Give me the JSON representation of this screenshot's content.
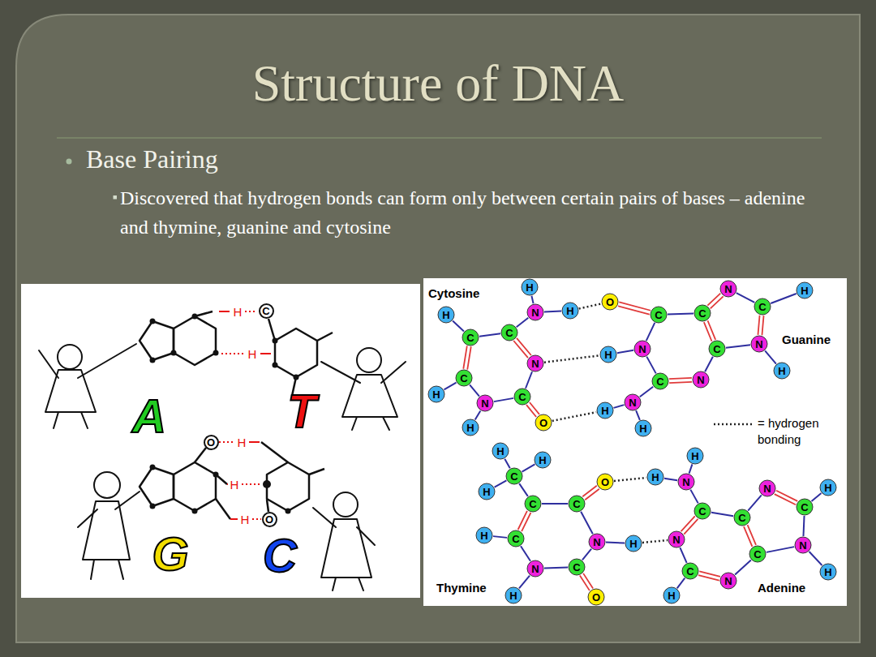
{
  "diagram": {
    "title": "Structure of DNA",
    "nodes": [
      {
        "text": [
          "H"
        ]
      },
      {
        "text": [
          "N"
        ]
      },
      {
        "text": [
          "H"
        ]
      },
      {
        "text": [
          "H"
        ]
      },
      {
        "text": [
          "C"
        ]
      },
      {
        "text": [
          "C"
        ]
      },
      {
        "text": [
          "N"
        ]
      },
      {
        "text": [
          "C"
        ]
      },
      {
        "text": [
          "H"
        ]
      },
      {
        "text": [
          "N"
        ]
      },
      {
        "text": [
          "C"
        ]
      },
      {
        "text": [
          "H"
        ]
      },
      {
        "text": [
          "O"
        ]
      },
      {
        "text": [
          "O"
        ]
      },
      {
        "text": [
          "C"
        ]
      },
      {
        "text": [
          "C"
        ]
      },
      {
        "text": [
          "N"
        ]
      },
      {
        "text": [
          "H"
        ]
      },
      {
        "text": [
          "C"
        ]
      },
      {
        "text": [
          "N"
        ]
      },
      {
        "text": [
          "H"
        ]
      },
      {
        "text": [
          "C"
        ]
      },
      {
        "text": [
          "N"
        ]
      },
      {
        "text": [
          "H"
        ]
      },
      {
        "text": [
          "C"
        ]
      },
      {
        "text": [
          "N"
        ]
      },
      {
        "text": [
          "N"
        ]
      },
      {
        "text": [
          "H"
        ]
      },
      {
        "text": [
          "H"
        ]
      },
      {
        "text": [
          "H"
        ]
      },
      {
        "text": [
          "C"
        ]
      },
      {
        "text": [
          "H"
        ]
      },
      {
        "text": [
          "H"
        ]
      },
      {
        "text": [
          "C"
        ]
      },
      {
        "text": [
          "C"
        ]
      },
      {
        "text": [
          "O"
        ]
      },
      {
        "text": [
          "H"
        ]
      },
      {
        "text": [
          "C"
        ]
      },
      {
        "text": [
          "N"
        ]
      },
      {
        "text": [
          "H"
        ]
      },
      {
        "text": [
          "N"
        ]
      },
      {
        "text": [
          "C"
        ]
      },
      {
        "text": [
          "H"
        ]
      },
      {
        "text": [
          "O"
        ]
      },
      {
        "text": [
          "H"
        ]
      },
      {
        "text": [
          "N"
        ]
      },
      {
        "text": [
          "H"
        ]
      },
      {
        "text": [
          "N"
        ]
      },
      {
        "text": [
          "H"
        ]
      },
      {
        "text": [
          "C"
        ]
      },
      {
        "text": [
          "C"
        ]
      },
      {
        "text": [
          "C"
        ]
      },
      {
        "text": [
          "N"
        ]
      },
      {
        "text": [
          "C"
        ]
      },
      {
        "text": [
          "N"
        ]
      },
      {
        "text": [
          "H"
        ]
      },
      {
        "text": [
          "C"
        ]
      },
      {
        "text": [
          "N"
        ]
      },
      {
        "text": [
          "H"
        ]
      },
      {
        "text": [
          "C"
        ]
      },
      {
        "text": [
          "O"
        ]
      },
      {
        "text": [
          "O"
        ]
      }
    ],
    "edges": [
      {
        "from": 1,
        "to": 0,
        "arrow": "none"
      },
      {
        "from": 1,
        "to": 2,
        "arrow": "none"
      },
      {
        "from": 1,
        "to": 5,
        "arrow": "none"
      },
      {
        "from": 5,
        "to": 4,
        "arrow": "none"
      },
      {
        "from": 4,
        "to": 7,
        "arrow": "none"
      },
      {
        "from": 5,
        "to": 6,
        "arrow": "none"
      },
      {
        "from": 10,
        "to": 12,
        "arrow": "none"
      },
      {
        "from": 4,
        "to": 3,
        "arrow": "none"
      },
      {
        "from": 7,
        "to": 8,
        "arrow": "none"
      },
      {
        "from": 7,
        "to": 9,
        "arrow": "none"
      },
      {
        "from": 9,
        "to": 11,
        "arrow": "none"
      },
      {
        "from": 9,
        "to": 10,
        "arrow": "none"
      },
      {
        "from": 10,
        "to": 6,
        "arrow": "none"
      },
      {
        "from": 13,
        "to": 14,
        "arrow": "none"
      },
      {
        "from": 14,
        "to": 15,
        "arrow": "none"
      },
      {
        "from": 15,
        "to": 21,
        "arrow": "none"
      },
      {
        "from": 21,
        "to": 25,
        "arrow": "none"
      },
      {
        "from": 25,
        "to": 24,
        "arrow": "none"
      },
      {
        "from": 24,
        "to": 22,
        "arrow": "none"
      },
      {
        "from": 22,
        "to": 14,
        "arrow": "none"
      },
      {
        "from": 22,
        "to": 23,
        "arrow": "none"
      },
      {
        "from": 24,
        "to": 26,
        "arrow": "none"
      },
      {
        "from": 26,
        "to": 27,
        "arrow": "none"
      },
      {
        "from": 26,
        "to": 28,
        "arrow": "none"
      },
      {
        "from": 15,
        "to": 16,
        "arrow": "none"
      },
      {
        "from": 16,
        "to": 18,
        "arrow": "none"
      },
      {
        "from": 18,
        "to": 19,
        "arrow": "none"
      },
      {
        "from": 19,
        "to": 21,
        "arrow": "none"
      },
      {
        "from": 18,
        "to": 17,
        "arrow": "none"
      },
      {
        "from": 19,
        "to": 20,
        "arrow": "none"
      },
      {
        "from": 2,
        "to": 13,
        "arrow": "none"
      },
      {
        "from": 6,
        "to": 23,
        "arrow": "none"
      },
      {
        "from": 12,
        "to": 27,
        "arrow": "none"
      },
      {
        "from": 30,
        "to": 29,
        "arrow": "none"
      },
      {
        "from": 30,
        "to": 31,
        "arrow": "none"
      },
      {
        "from": 30,
        "to": 32,
        "arrow": "none"
      },
      {
        "from": 30,
        "to": 33,
        "arrow": "none"
      },
      {
        "from": 33,
        "to": 34,
        "arrow": "none"
      },
      {
        "from": 34,
        "to": 35,
        "arrow": "none"
      },
      {
        "from": 34,
        "to": 38,
        "arrow": "none"
      },
      {
        "from": 33,
        "to": 37,
        "arrow": "none"
      },
      {
        "from": 37,
        "to": 36,
        "arrow": "none"
      },
      {
        "from": 37,
        "to": 40,
        "arrow": "none"
      },
      {
        "from": 40,
        "to": 42,
        "arrow": "none"
      },
      {
        "from": 40,
        "to": 41,
        "arrow": "none"
      },
      {
        "from": 41,
        "to": 43,
        "arrow": "none"
      },
      {
        "from": 41,
        "to": 38,
        "arrow": "none"
      },
      {
        "from": 38,
        "to": 39,
        "arrow": "none"
      },
      {
        "from": 45,
        "to": 44,
        "arrow": "none"
      },
      {
        "from": 45,
        "to": 46,
        "arrow": "none"
      },
      {
        "from": 45,
        "to": 50,
        "arrow": "none"
      },
      {
        "from": 50,
        "to": 51,
        "arrow": "none"
      },
      {
        "from": 50,
        "to": 52,
        "arrow": "none"
      },
      {
        "from": 52,
        "to": 56,
        "arrow": "none"
      },
      {
        "from": 56,
        "to": 57,
        "arrow": "none"
      },
      {
        "from": 57,
        "to": 53,
        "arrow": "none"
      },
      {
        "from": 53,
        "to": 51,
        "arrow": "none"
      },
      {
        "from": 51,
        "to": 47,
        "arrow": "none"
      },
      {
        "from": 47,
        "to": 49,
        "arrow": "none"
      },
      {
        "from": 49,
        "to": 48,
        "arrow": "none"
      },
      {
        "from": 49,
        "to": 54,
        "arrow": "none"
      },
      {
        "from": 54,
        "to": 53,
        "arrow": "none"
      },
      {
        "from": 54,
        "to": 55,
        "arrow": "none"
      },
      {
        "from": 56,
        "to": 58,
        "arrow": "none"
      },
      {
        "from": 35,
        "to": 46,
        "arrow": "none"
      },
      {
        "from": 39,
        "to": 52,
        "arrow": "none"
      }
    ],
    "labels": [
      "Base Pairing",
      "Discovered that hydrogen bonds can form only between certain pairs of bases – adenine and thymine, guanine and cytosine",
      "H",
      "H",
      "H",
      "H",
      "H",
      "A",
      "T",
      "G",
      "C",
      "Cytosine",
      "Guanine",
      "Thymine",
      "Adenine"
    ],
    "legend": [
      {
        "text": "= hydrogen bonding"
      }
    ]
  }
}
